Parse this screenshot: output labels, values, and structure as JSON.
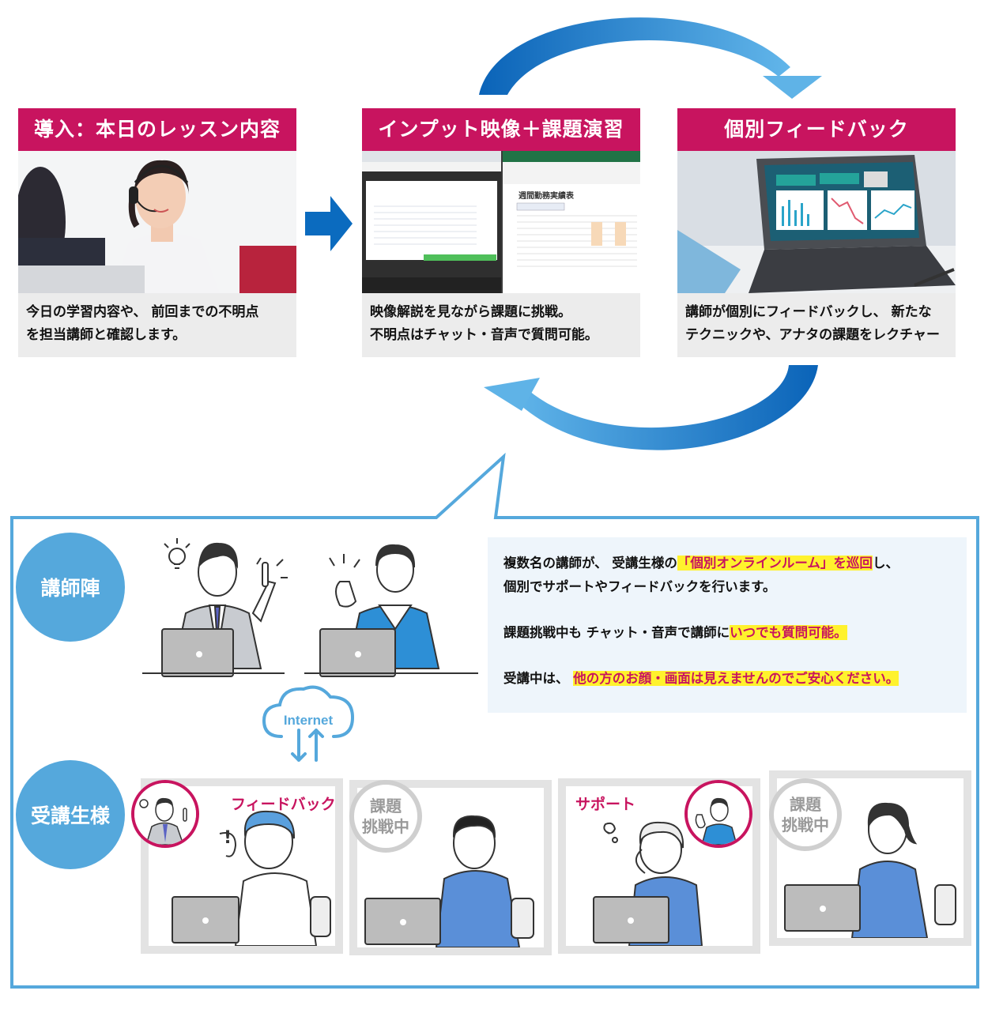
{
  "steps": [
    {
      "title": "導入：本日のレッスン内容",
      "desc": "今日の学習内容や、 前回までの不明点\nを担当講師と確認します。"
    },
    {
      "title": "インプット映像＋課題演習",
      "desc": "映像解説を見ながら課題に挑戦。\n不明点はチャット・音声で質問可能。"
    },
    {
      "title": "個別フィードバック",
      "desc": "講師が個別にフィードバックし、 新たな\nテクニックや、アナタの課題をレクチャー"
    }
  ],
  "screenshot_text": {
    "sheet_title": "週間勤務実績表"
  },
  "bubbles": {
    "instructors": "講師陣",
    "students": "受講生様"
  },
  "cloud_label": "Internet",
  "info": {
    "line1_a": "複数名の講師が、 受講生様の",
    "line1_b": "「個別オンラインルーム」を巡回",
    "line1_c": "し、",
    "line2": "個別でサポートやフィードバックを行います。",
    "line3_a": "課題挑戦中も チャット・音声で講師に",
    "line3_b": "いつでも質問可能。",
    "line4_a": "受講中は、 ",
    "line4_b": "他の方のお顔・画面は見えませんのでご安心ください。"
  },
  "scenes": {
    "s1_label": "フィードバック",
    "s2_badge": "課題\n挑戦中",
    "s3_label": "サポート",
    "s4_badge": "課題\n挑戦中"
  },
  "colors": {
    "magenta": "#c8145f",
    "blue_accent": "#55a8dc",
    "arrow_blue": "#0b6bbf",
    "highlight": "#fff22d"
  }
}
